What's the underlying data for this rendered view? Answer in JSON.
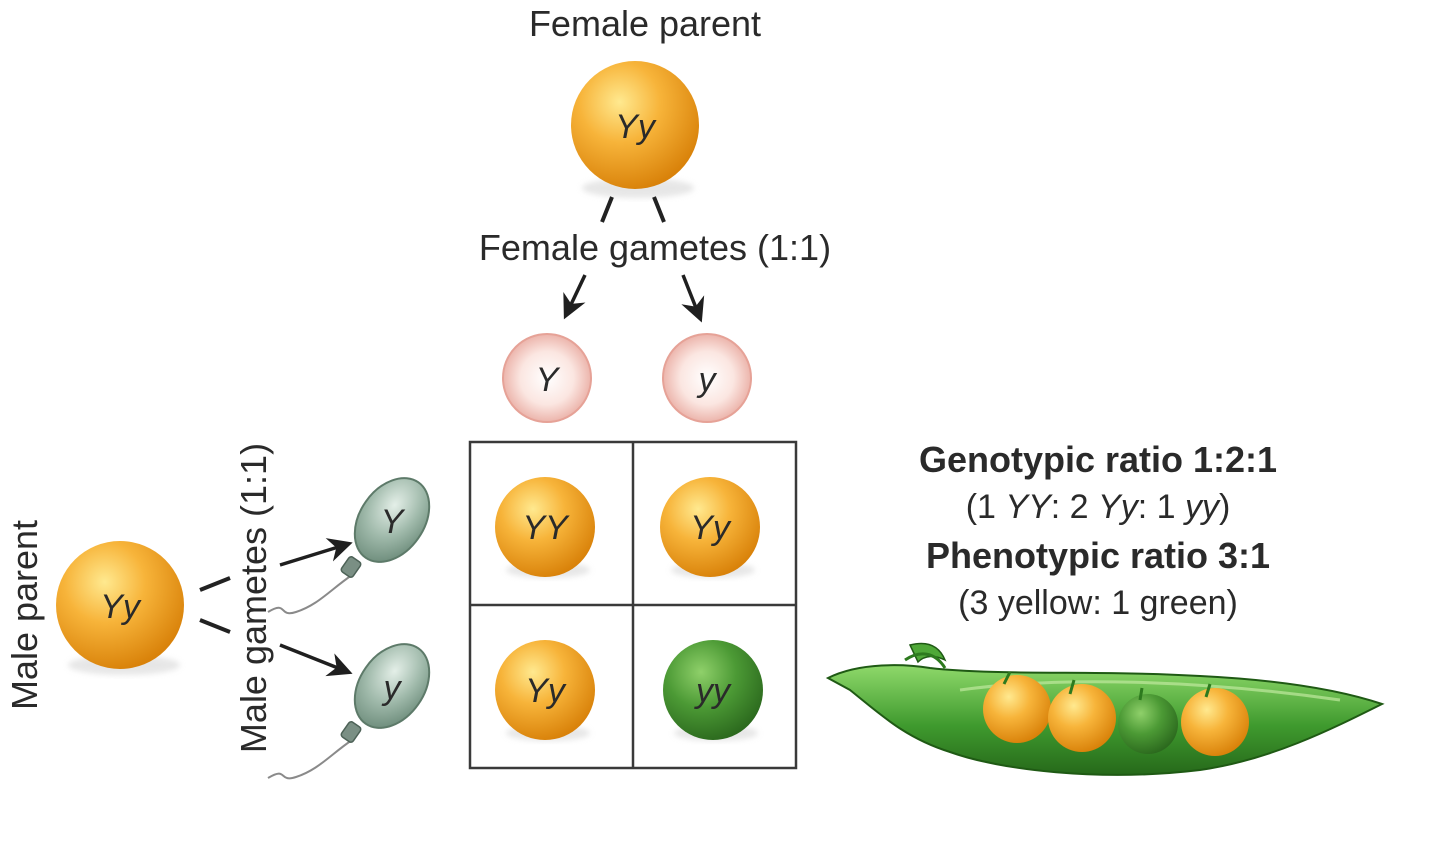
{
  "labels": {
    "female_parent": "Female parent",
    "female_gametes": "Female gametes (1:1)",
    "male_parent": "Male parent",
    "male_gametes": "Male gametes (1:1)"
  },
  "female_parent_genotype": "Yy",
  "male_parent_genotype": "Yy",
  "female_gametes": [
    "Y",
    "y"
  ],
  "male_gametes": [
    "Y",
    "y"
  ],
  "punnett": [
    [
      {
        "genotype": "YY",
        "color": "yellow"
      },
      {
        "genotype": "Yy",
        "color": "yellow"
      }
    ],
    [
      {
        "genotype": "Yy",
        "color": "yellow"
      },
      {
        "genotype": "yy",
        "color": "green"
      }
    ]
  ],
  "genotypic": {
    "title": "Genotypic ratio 1:2:1",
    "open": "(1 ",
    "g1": "YY",
    "sep1": ": 2 ",
    "g2": "Yy",
    "sep2": ": 1 ",
    "g3": "yy",
    "close": ")"
  },
  "phenotypic": {
    "title": "Phenotypic ratio 3:1",
    "detail": "(3 yellow: 1 green)"
  },
  "pod_peas": [
    "yellow",
    "yellow",
    "green",
    "yellow"
  ],
  "colors": {
    "yellow": "#f5a623",
    "yellow_light": "#ffe07a",
    "yellow_dark": "#d9820a",
    "green": "#3f8a2e",
    "green_light": "#7cc35a",
    "egg_pink": "#f0b7ae",
    "sperm_green": "#8fa89a",
    "grid_line": "#3a3a3a"
  }
}
